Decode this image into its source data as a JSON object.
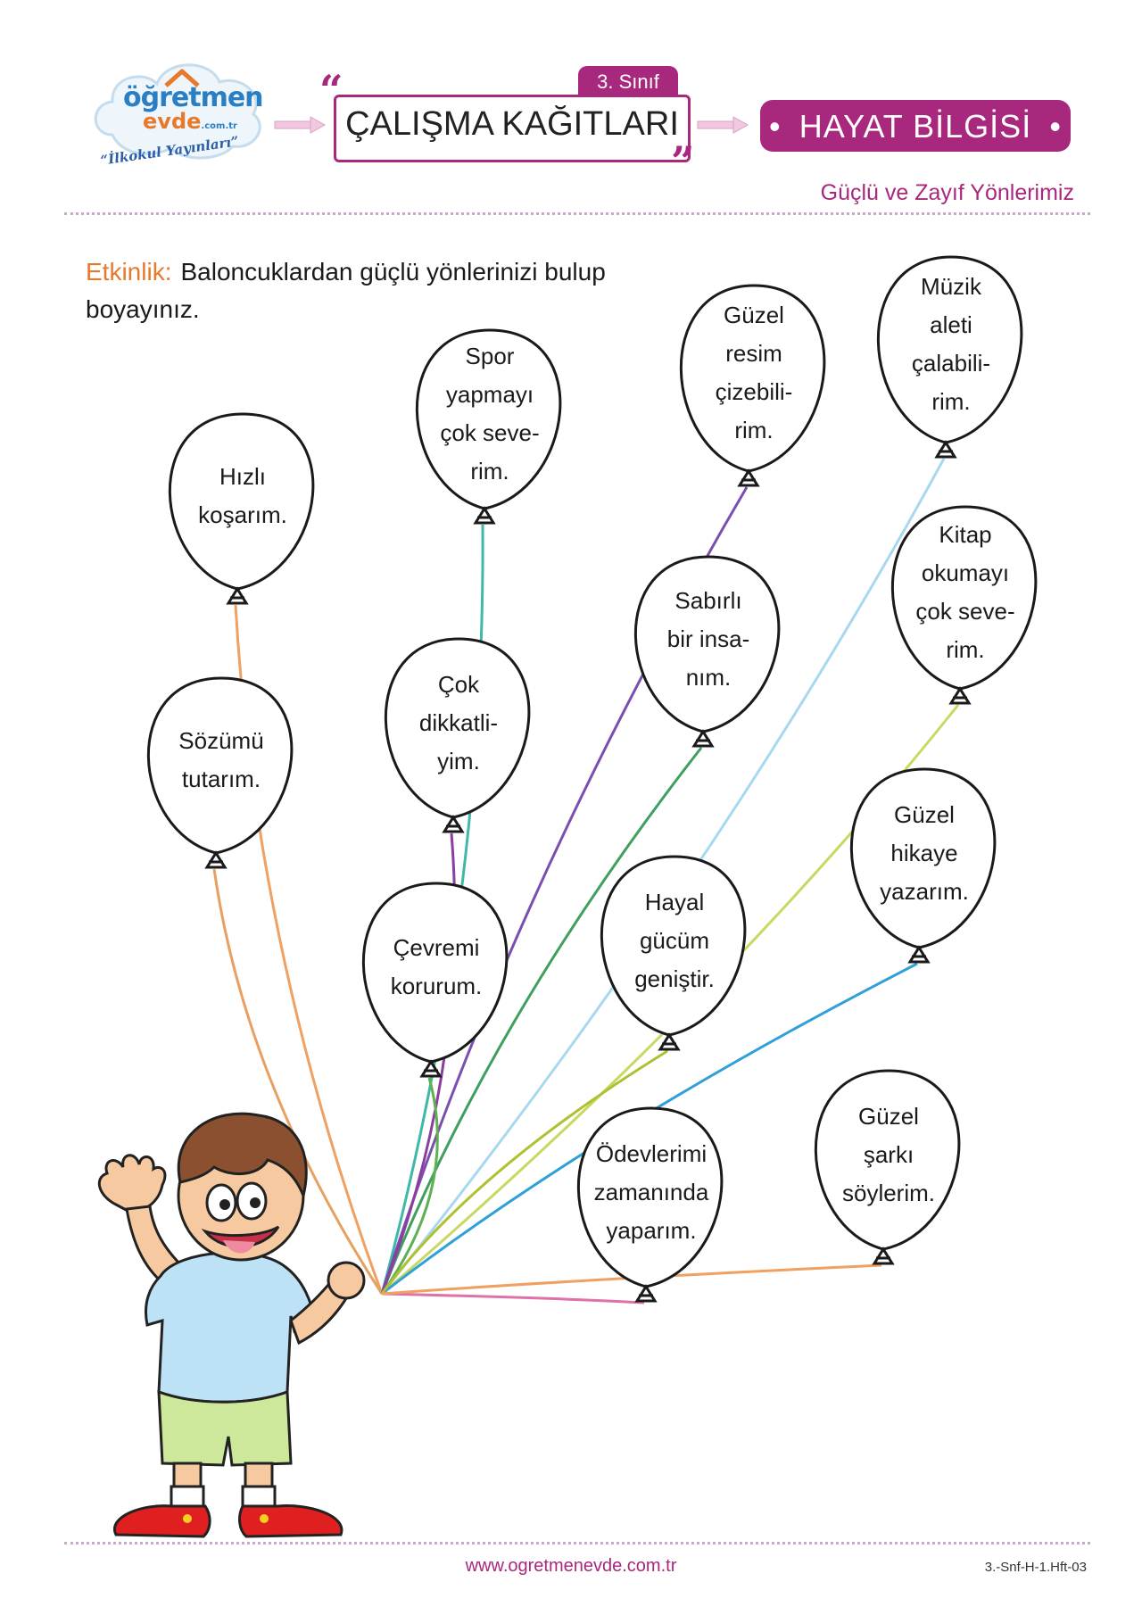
{
  "header": {
    "logo_line1": "öğretmen",
    "logo_line2": "evde",
    "logo_domain": ".com.tr",
    "logo_tagline": "“İlkokul Yayınları”",
    "grade": "3. Sınıf",
    "title": "ÇALIŞMA KAĞITLARI",
    "subject": "HAYAT BİLGİSİ",
    "topic": "Güçlü ve Zayıf Yönlerimiz"
  },
  "activity": {
    "label": "Etkinlik:",
    "instruction": "Baloncuklardan güçlü yönlerinizi bulup boyayınız."
  },
  "balloons": [
    {
      "id": "hizli",
      "lines": [
        "Hızlı",
        "koşarım."
      ],
      "string_color": "#f0a060"
    },
    {
      "id": "spor",
      "lines": [
        "Spor",
        "yapmayı",
        "çok seve-",
        "rim."
      ],
      "string_color": "#3fb8a8"
    },
    {
      "id": "resim",
      "lines": [
        "Güzel",
        "resim",
        "çizebili-",
        "rim."
      ],
      "string_color": "#7a4fb0"
    },
    {
      "id": "muzik",
      "lines": [
        "Müzik",
        "aleti",
        "çalabili-",
        "rim."
      ],
      "string_color": "#a8d8f0"
    },
    {
      "id": "sabirli",
      "lines": [
        "Sabırlı",
        "bir insa-",
        "nım."
      ],
      "string_color": "#3f9f5f"
    },
    {
      "id": "kitap",
      "lines": [
        "Kitap",
        "okumayı",
        "çok seve-",
        "rim."
      ],
      "string_color": "#c8d860"
    },
    {
      "id": "sozumu",
      "lines": [
        "Sözümü",
        "tutarım."
      ],
      "string_color": "#e8a060"
    },
    {
      "id": "dikkatli",
      "lines": [
        "Çok",
        "dikkatli-",
        "yim."
      ],
      "string_color": "#8a3fa0"
    },
    {
      "id": "hikaye",
      "lines": [
        "Güzel",
        "hikaye",
        "yazarım."
      ],
      "string_color": "#30a0d8"
    },
    {
      "id": "cevremi",
      "lines": [
        "Çevremi",
        "korurum."
      ],
      "string_color": "#5fb050"
    },
    {
      "id": "hayal",
      "lines": [
        "Hayal",
        "gücüm",
        "geniştir."
      ],
      "string_color": "#b0c030"
    },
    {
      "id": "odevlerimi",
      "lines": [
        "Ödevlerimi",
        "zamanında",
        "yaparım."
      ],
      "string_color": "#e070a8"
    },
    {
      "id": "sarki",
      "lines": [
        "Güzel",
        "şarkı",
        "söylerim."
      ],
      "string_color": "#f0a060"
    }
  ],
  "footer": {
    "url": "www.ogretmenevde.com.tr",
    "code": "3.-Snf-H-1.Hft-03"
  },
  "colors": {
    "brand": "#a8287e",
    "accent": "#e8782a"
  }
}
